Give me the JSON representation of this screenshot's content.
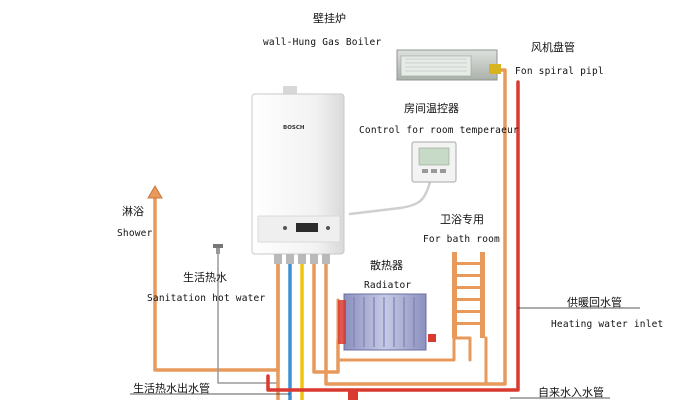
{
  "boiler": {
    "label_cn": "壁挂炉",
    "label_en": "wall-Hung Gas Boiler",
    "brand": "BOSCH"
  },
  "fan_coil": {
    "label_cn": "风机盘管",
    "label_en": "Fon spiral pipl"
  },
  "thermostat": {
    "label_cn": "房间温控器",
    "label_en": "Control for room temperaeur"
  },
  "shower": {
    "label_cn": "淋浴",
    "label_en": "Shower"
  },
  "bath": {
    "label_cn": "卫浴专用",
    "label_en": "For bath room"
  },
  "sanitation": {
    "label_cn": "生活热水",
    "label_en": "Sanitation hot water"
  },
  "radiator": {
    "label_cn": "散热器",
    "label_en": "Radiator"
  },
  "heating_inlet": {
    "label_cn": "供暖回水管",
    "label_en": "Heating water inlet"
  },
  "hot_outlet": {
    "label_cn": "生活热水出水管"
  },
  "water_inlet": {
    "label_cn": "自来水入水管"
  },
  "colors": {
    "pipe_hot": "#e79a5c",
    "pipe_red": "#d9392f",
    "pipe_blue": "#3d8fd6",
    "pipe_yellow": "#f1c40f",
    "boiler_body": "#f4f4f4",
    "radiator_body": "#b7bbd8",
    "fan_body": "#c4c9c4"
  }
}
